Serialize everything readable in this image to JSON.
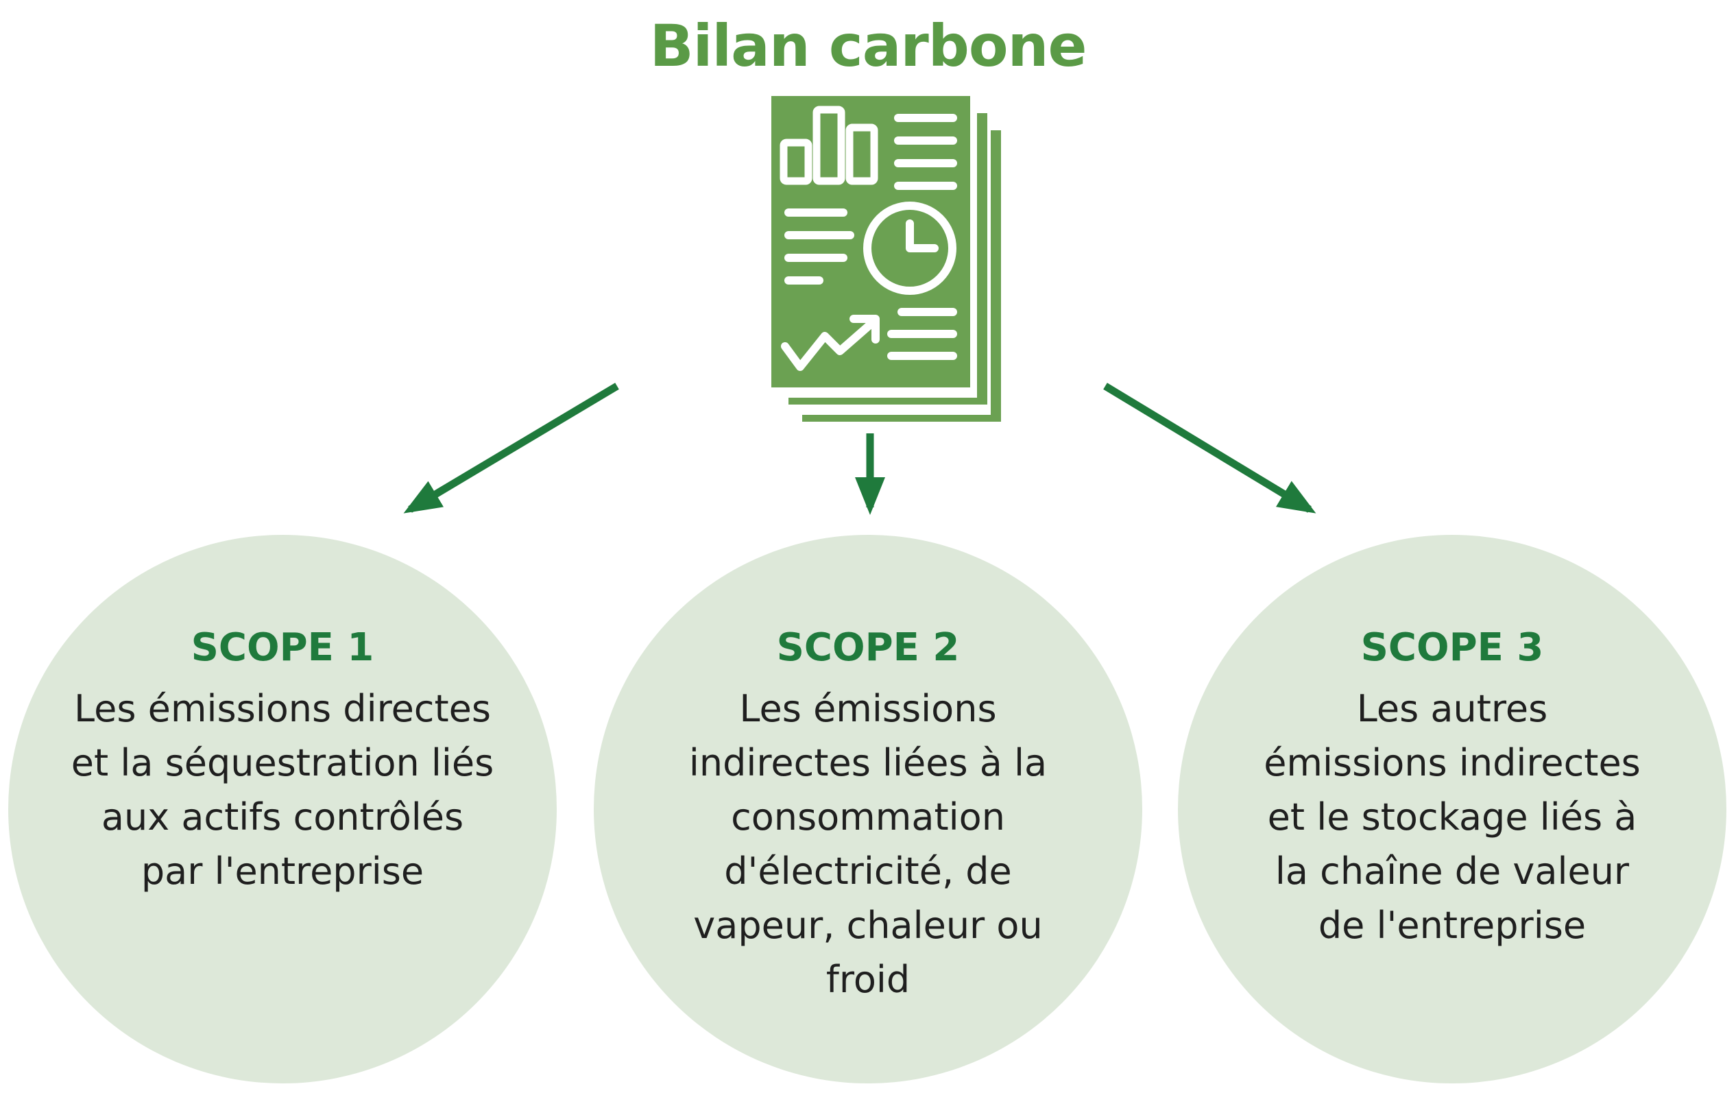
{
  "title": "Bilan carbone",
  "colors": {
    "title_green": "#5a9a46",
    "icon_green": "#6ba152",
    "arrow_green": "#1f7a3c",
    "scope_title_green": "#1f7a3c",
    "circle_fill": "#dde8d9",
    "body_text": "#1f1f1f"
  },
  "icon": "report-document-icon",
  "scopes": [
    {
      "title": "SCOPE 1",
      "text": "Les émissions directes\net la séquestration liés\naux actifs contrôlés\npar l'entreprise"
    },
    {
      "title": "SCOPE 2",
      "text": "Les émissions\nindirectes liées à la\nconsommation\nd'électricité, de\nvapeur, chaleur ou\nfroid"
    },
    {
      "title": "SCOPE 3",
      "text": "Les autres\némissions indirectes\net le stockage liés à\nla chaîne de valeur\nde l'entreprise"
    }
  ]
}
